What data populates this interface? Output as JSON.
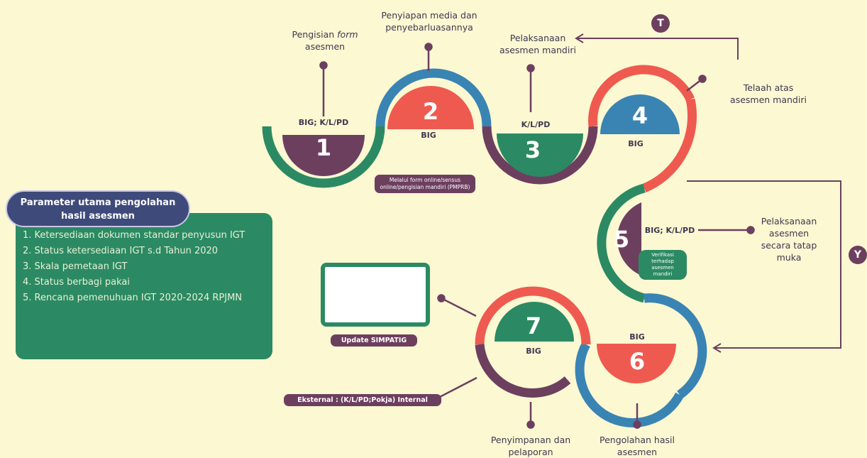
{
  "panel": {
    "title": "Parameter utama pengolahan hasil asesmen",
    "items": [
      "1. Ketersediaan dokumen standar penyusun IGT",
      "2. Status ketersediaan IGT s.d Tahun 2020",
      "3. Skala pemetaan IGT",
      "4. Status berbagi pakai",
      "5. Rencana pemenuhuan IGT 2020-2024 RPJMN"
    ]
  },
  "steps": [
    {
      "num": "1",
      "sub": "BIG; K/L/PD",
      "title_pre": "Pengisian ",
      "title_em": "form",
      "title_post": "asesmen"
    },
    {
      "num": "2",
      "sub": "BIG",
      "title": "Penyiapan media dan penyebarluasannya",
      "note": "Melalui form online/sensus online/pengisian mandiri (PMPRB)"
    },
    {
      "num": "3",
      "sub": "K/L/PD",
      "title": "Pelaksanaan asesmen mandiri"
    },
    {
      "num": "4",
      "sub": "BIG",
      "title": "Telaah atas asesmen mandiri"
    },
    {
      "num": "5",
      "sub": "BIG; K/L/PD",
      "title": "Pelaksanaan asesmen secara tatap muka",
      "note": "Verifikasi terhadap asesmen mandiri"
    },
    {
      "num": "6",
      "sub": "BIG",
      "title": "Pengolahan hasil asesmen"
    },
    {
      "num": "7",
      "sub": "BIG",
      "title": "Penyimpanan dan pelaporan",
      "note": "Eksternal : (K/L/PD;Pokja) Internal"
    }
  ],
  "branch": {
    "no": "T",
    "yes": "Y"
  },
  "update_label": "Update SIMPATIG",
  "colors": {
    "purple": "#6d3f5f",
    "green": "#2b8a63",
    "blue": "#3a84b4",
    "red": "#ef5a50",
    "navy": "#3e4a7a",
    "background": "#fbf8d2"
  }
}
